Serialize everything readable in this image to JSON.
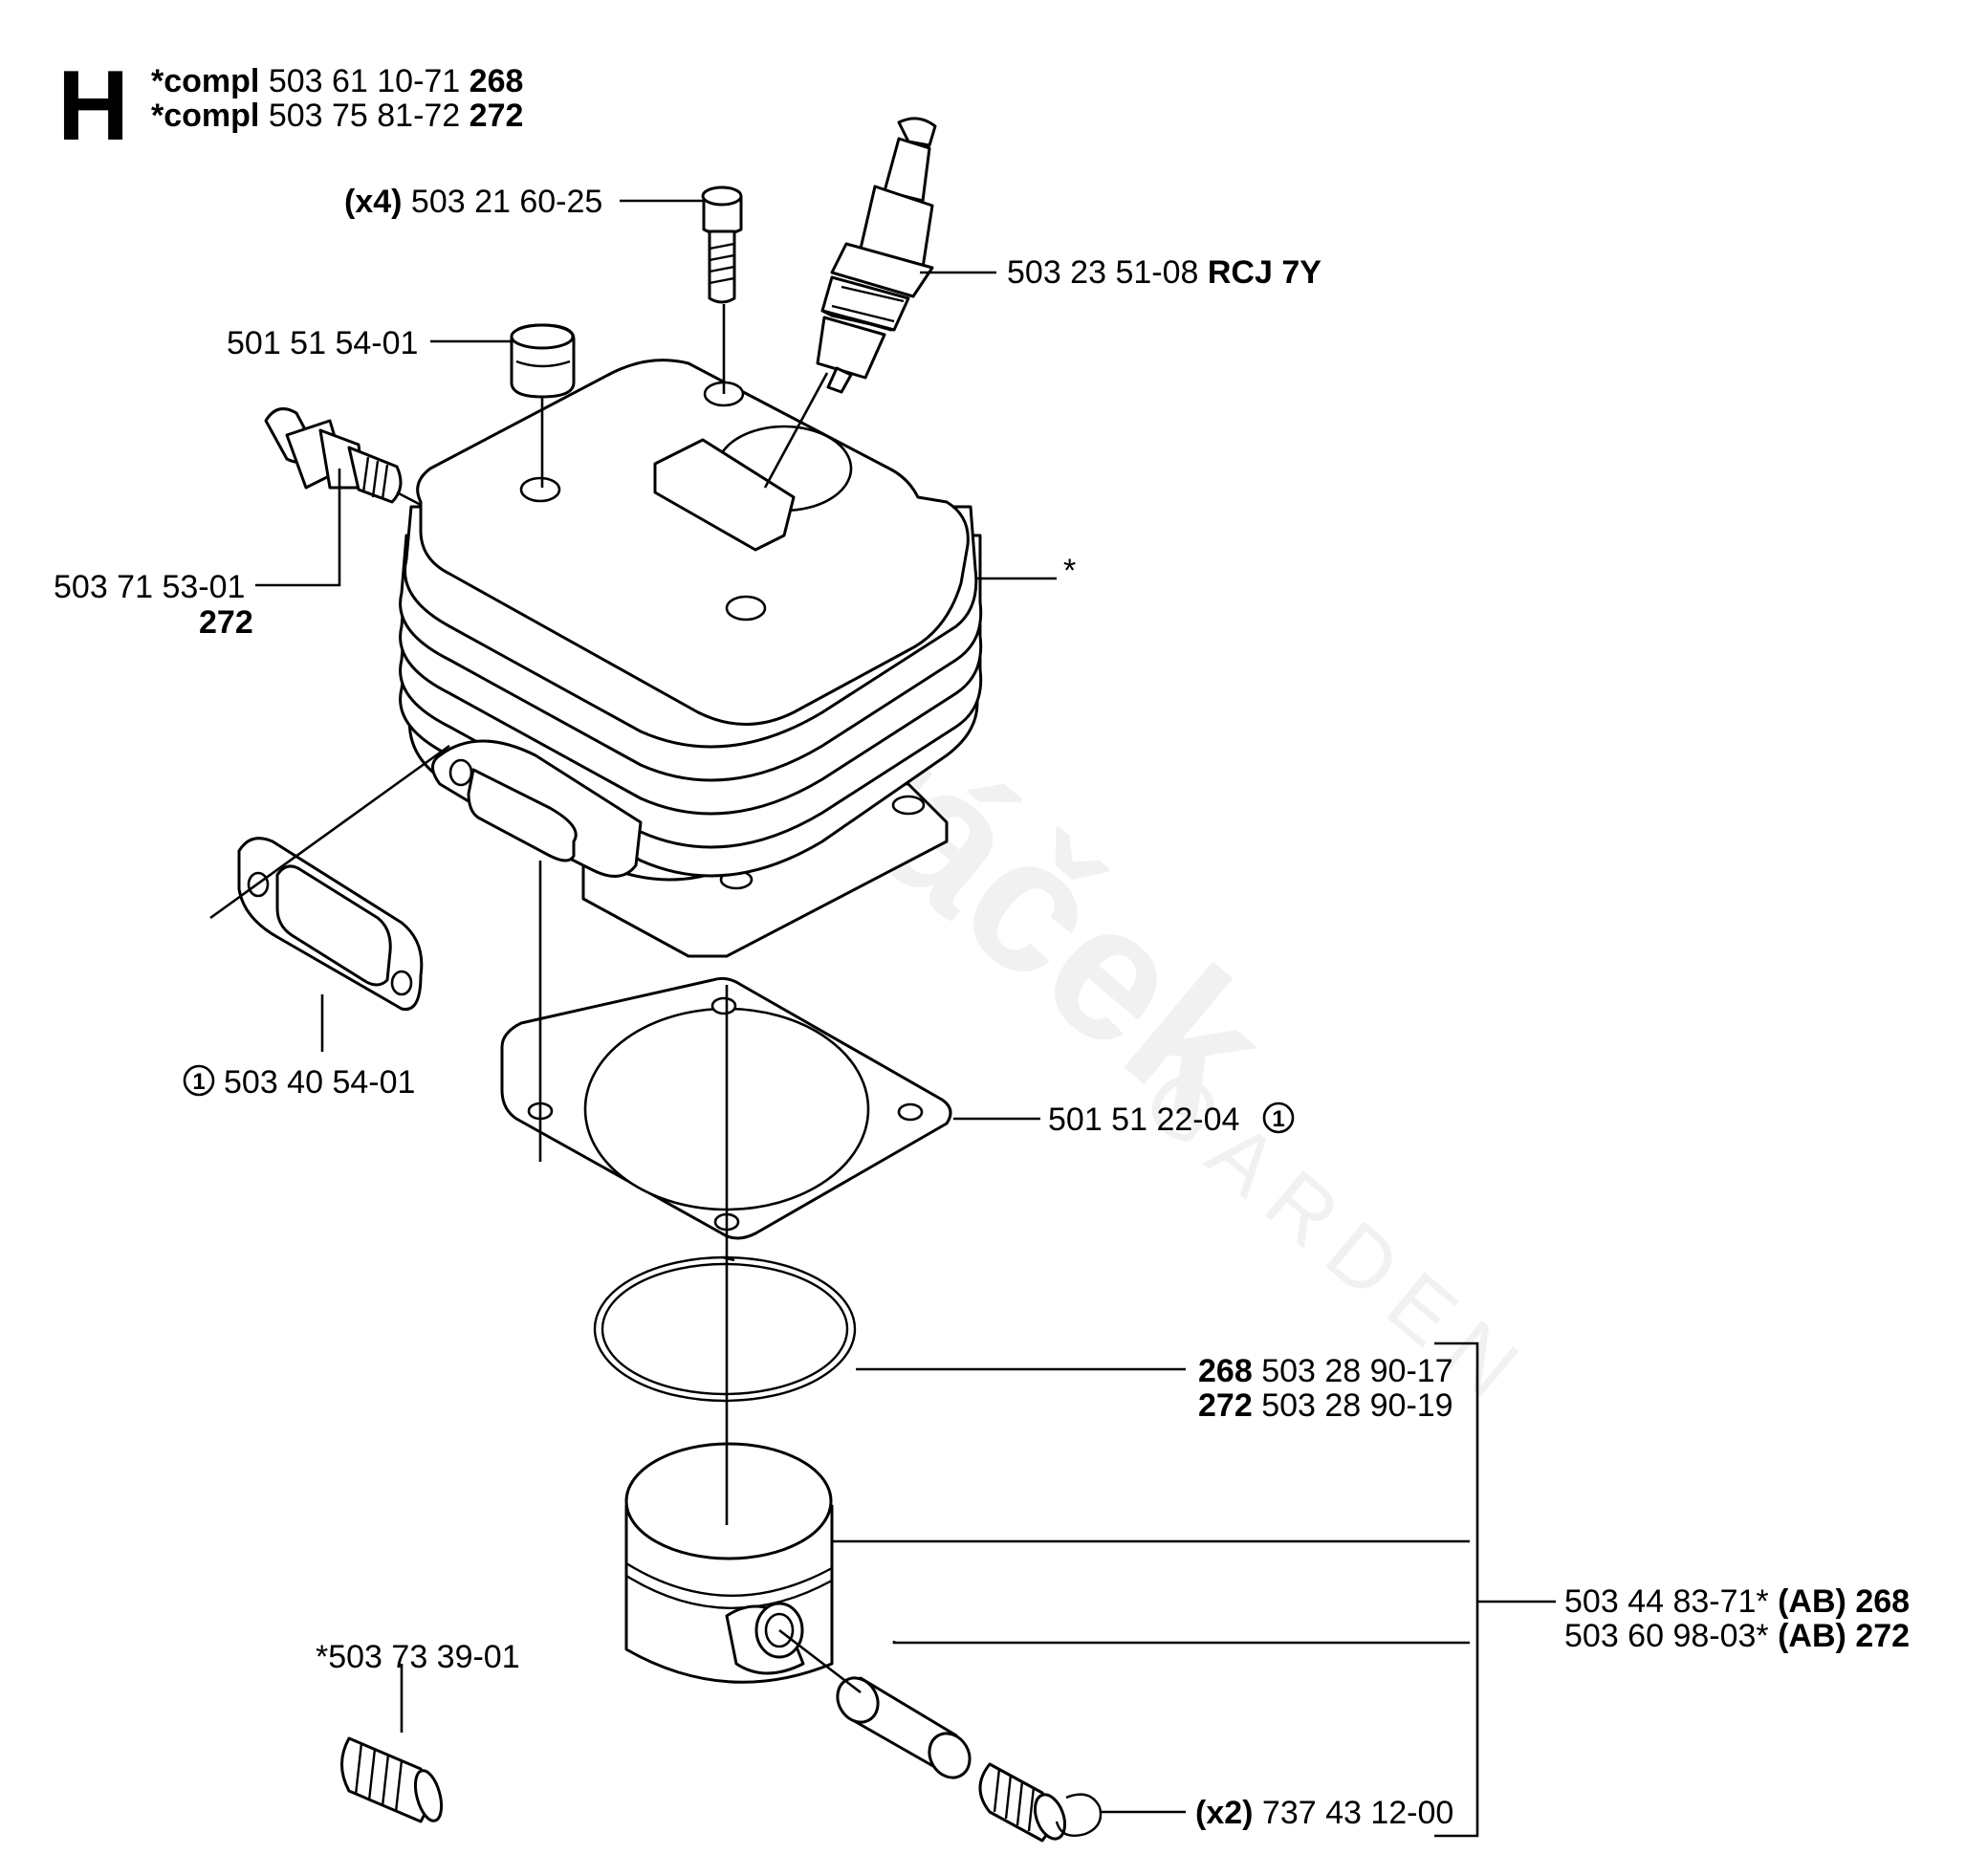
{
  "section": "H",
  "complete_sets": [
    {
      "prefix": "*compl",
      "part": "503 61 10-71",
      "model": "268"
    },
    {
      "prefix": "*compl",
      "part": "503 75 81-72",
      "model": "272"
    }
  ],
  "watermark": {
    "brand": "Dvořáček",
    "sub": "GARDEN"
  },
  "callouts": {
    "screw": {
      "qty": "(x4)",
      "part": "503 21 60-25"
    },
    "spark_plug": {
      "part": "503 23 51-08",
      "type": "RCJ 7Y"
    },
    "plug_cap": {
      "part": "501 51 54-01"
    },
    "decomp_valve": {
      "part": "503 71 53-01",
      "model": "272"
    },
    "cylinder": {
      "mark": "*"
    },
    "exhaust_gasket": {
      "note": "1",
      "part": "503 40 54-01"
    },
    "base_gasket": {
      "part": "501 51 22-04",
      "note": "1"
    },
    "piston_ring": [
      {
        "model": "268",
        "part": "503 28 90-17"
      },
      {
        "model": "272",
        "part": "503 28 90-19"
      }
    ],
    "piston_assembly": [
      {
        "part": "503 44 83-71*",
        "code": "(AB)",
        "model": "268"
      },
      {
        "part": "503 60 98-03*",
        "code": "(AB)",
        "model": "272"
      }
    ],
    "needle_bearing": {
      "part": "*503 73 39-01"
    },
    "circlip": {
      "qty": "(x2)",
      "part": "737 43 12-00"
    }
  }
}
